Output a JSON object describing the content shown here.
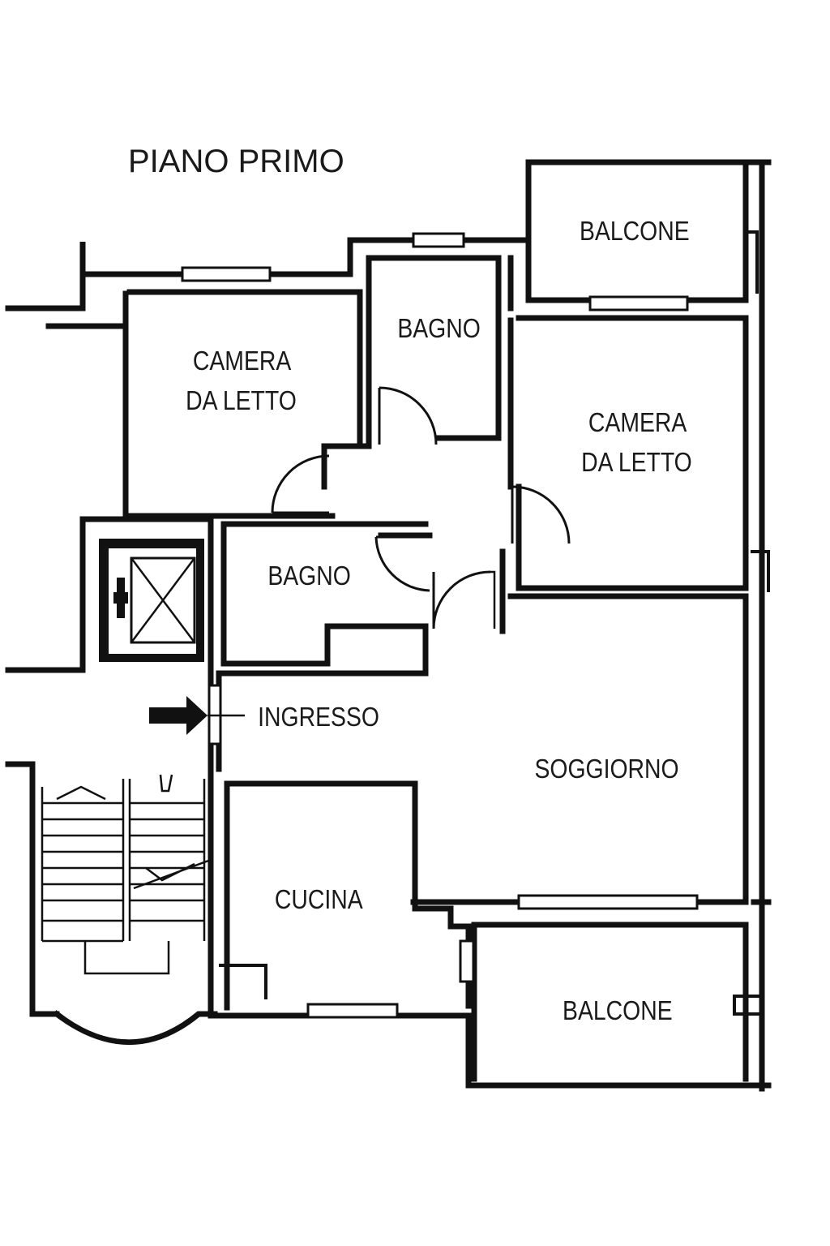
{
  "title": "PIANO PRIMO",
  "rooms": {
    "balcone_top": "BALCONE",
    "bagno_top": "BAGNO",
    "camera_left_line1": "CAMERA",
    "camera_left_line2": "DA LETTO",
    "camera_right_line1": "CAMERA",
    "camera_right_line2": "DA LETTO",
    "bagno_mid": "BAGNO",
    "ingresso": "INGRESSO",
    "soggiorno": "SOGGIORNO",
    "cucina": "CUCINA",
    "balcone_bottom": "BALCONE"
  },
  "symbols": {
    "entrance": "arrow-icon",
    "elevator": "elevator-icon",
    "stairs": "stairs-icon"
  },
  "colors": {
    "ink": "#111111",
    "paper": "#ffffff"
  }
}
